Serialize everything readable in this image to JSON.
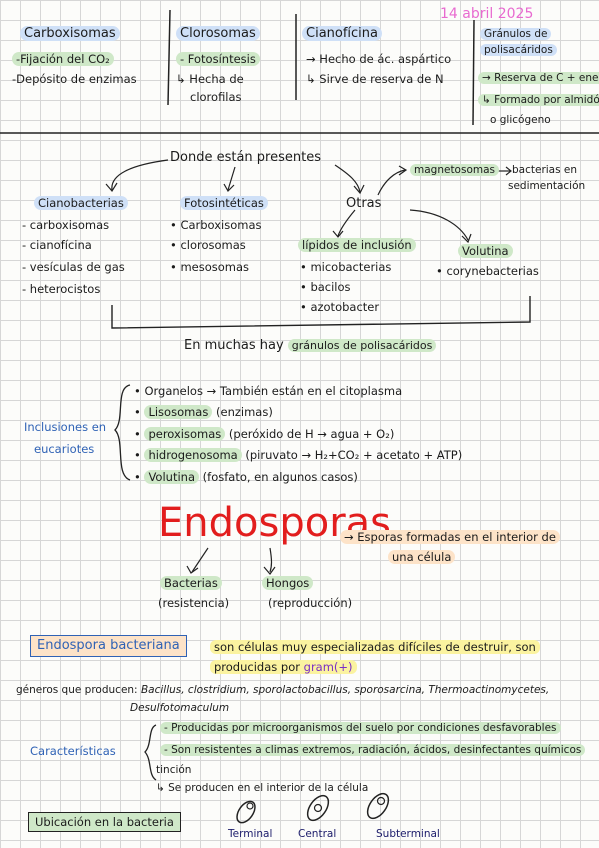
{
  "date": "14 abril 2025",
  "top": {
    "col1": {
      "title": "Carboxisomas",
      "items": [
        "-Fijación del CO₂",
        "-Depósito de enzimas"
      ]
    },
    "col2": {
      "title": "Clorosomas",
      "items": [
        "- Fotosíntesis",
        "↳ Hecha de",
        "clorofilas"
      ]
    },
    "col3": {
      "title": "Cianofícina",
      "items": [
        "→ Hecho de ác. aspártico",
        "↳ Sirve de reserva de N"
      ]
    },
    "col4": {
      "title_line1": "Gránulos de",
      "title_line2": "polisacáridos",
      "items": [
        "→ Reserva de C + energía",
        "↳ Formado por almidón",
        "o glicógeno"
      ]
    }
  },
  "where": {
    "heading": "Donde están presentes",
    "cyano": {
      "title": "Cianobacterias",
      "items": [
        "- carboxisomas",
        "- cianofícina",
        "- vesículas de gas",
        "- heterocistos"
      ]
    },
    "photo": {
      "title": "Fotosintéticas",
      "items": [
        "• Carboxisomas",
        "• clorosomas",
        "• mesosomas"
      ]
    },
    "otras": {
      "title": "Otras"
    },
    "magnet": {
      "label": "magnetosomas",
      "desc_line1": "bacterias en",
      "desc_line2": "sedimentación"
    },
    "lipid": {
      "title": "lípidos de inclusión",
      "items": [
        "• micobacterias",
        "• bacilos",
        "• azotobacter"
      ]
    },
    "volut": {
      "title": "Volutina",
      "items": [
        "• corynebacterias"
      ]
    },
    "footer_prefix": "En muchas hay",
    "footer_highlight": "gránulos de polisacáridos"
  },
  "euk": {
    "label_line1": "Inclusiones en",
    "label_line2": "eucariotes",
    "items": [
      {
        "hl": "Organelos",
        "rest": " → También están en el citoplasma"
      },
      {
        "hl": "Lisosomas",
        "rest": " (enzimas)"
      },
      {
        "hl": "peroxisomas",
        "rest": " (peróxido de H → agua + O₂)"
      },
      {
        "hl": "hidrogenosoma",
        "rest": " (piruvato → H₂+CO₂ + acetato + ATP)"
      },
      {
        "hl": "Volutina",
        "rest": " (fosfato, en algunos casos)"
      }
    ]
  },
  "endo": {
    "title": "Endosporas",
    "def_line1": "→ Esporas formadas en el interior de",
    "def_line2": "una célula",
    "bact_title": "Bacterias",
    "bact_sub": "(resistencia)",
    "hongos_title": "Hongos",
    "hongos_sub": "(reproducción)"
  },
  "bact_endo": {
    "box": "Endospora bacteriana",
    "line1": "son células muy especializadas difíciles de destruir, son",
    "line2_a": "producidas por",
    "line2_gram": "gram(+)",
    "generos_label": "géneros que producen:",
    "generos": "Bacillus, clostridium, sporolactobacillus, sporosarcina, Thermoactinomycetes,",
    "generos2": "Desulfotomaculum"
  },
  "caract": {
    "label": "Características",
    "items": [
      "- Producidas por microorganismos del suelo por condiciones desfavorables",
      "- Son resistentes a climas extremos, radiación, ácidos, desinfectantes químicos",
      "  tinción",
      "↳ Se producen en el interior de la célula"
    ]
  },
  "ubic": {
    "box": "Ubicación en la bacteria",
    "terminal": "Terminal",
    "central": "Central",
    "subterminal": "Subterminal"
  }
}
